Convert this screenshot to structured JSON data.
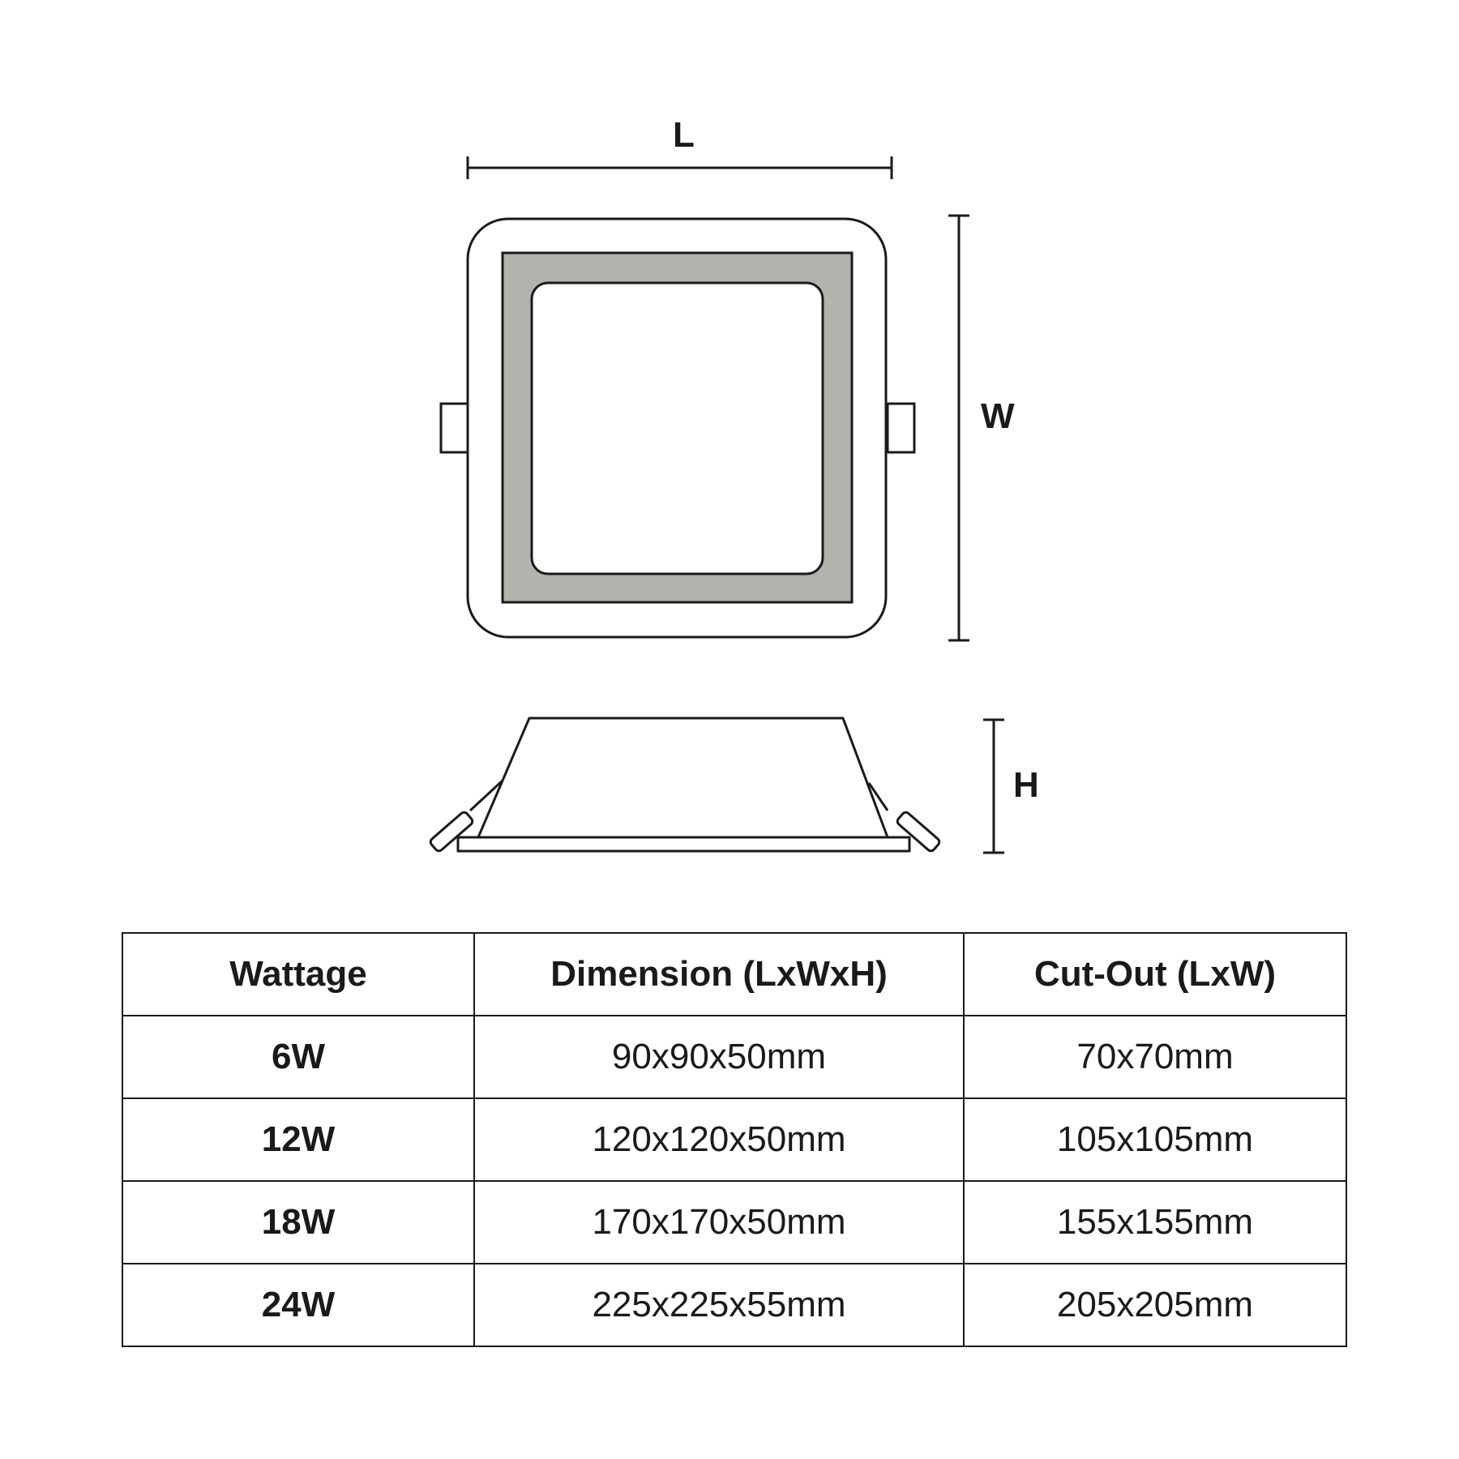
{
  "labels": {
    "length": "L",
    "width": "W",
    "height": "H"
  },
  "colors": {
    "line": "#1a1a1a",
    "bezel": "#b4b2ad",
    "panel": "#ffffff"
  },
  "table": {
    "headers": [
      "Wattage",
      "Dimension (LxWxH)",
      "Cut-Out (LxW)"
    ],
    "rows": [
      {
        "wattage": "6W",
        "dimension": "90x90x50mm",
        "cutout": "70x70mm"
      },
      {
        "wattage": "12W",
        "dimension": "120x120x50mm",
        "cutout": "105x105mm"
      },
      {
        "wattage": "18W",
        "dimension": "170x170x50mm",
        "cutout": "155x155mm"
      },
      {
        "wattage": "24W",
        "dimension": "225x225x55mm",
        "cutout": "205x205mm"
      }
    ]
  }
}
